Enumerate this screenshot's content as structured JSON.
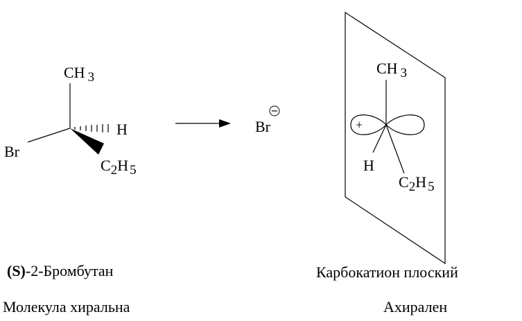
{
  "left_molecule": {
    "ch3_c": "CH",
    "ch3_sub": "3",
    "h": "H",
    "br": "Br",
    "et_c": "C",
    "et_c_sub": "2",
    "et_h": "H",
    "et_h_sub": "5"
  },
  "bromide": {
    "symbol": "Br",
    "charge": "−"
  },
  "right_cation": {
    "ch3_c": "CH",
    "ch3_sub": "3",
    "plus": "+",
    "h": "H",
    "et_c": "C",
    "et_c_sub": "2",
    "et_h": "H",
    "et_h_sub": "5"
  },
  "captions": {
    "left_name_bold": "(S)",
    "left_name_rest": "-2-Бромбутан",
    "left_desc": "Молекула хиральна",
    "right_name": "Карбокатион плоский",
    "right_desc": "Ахирален"
  }
}
